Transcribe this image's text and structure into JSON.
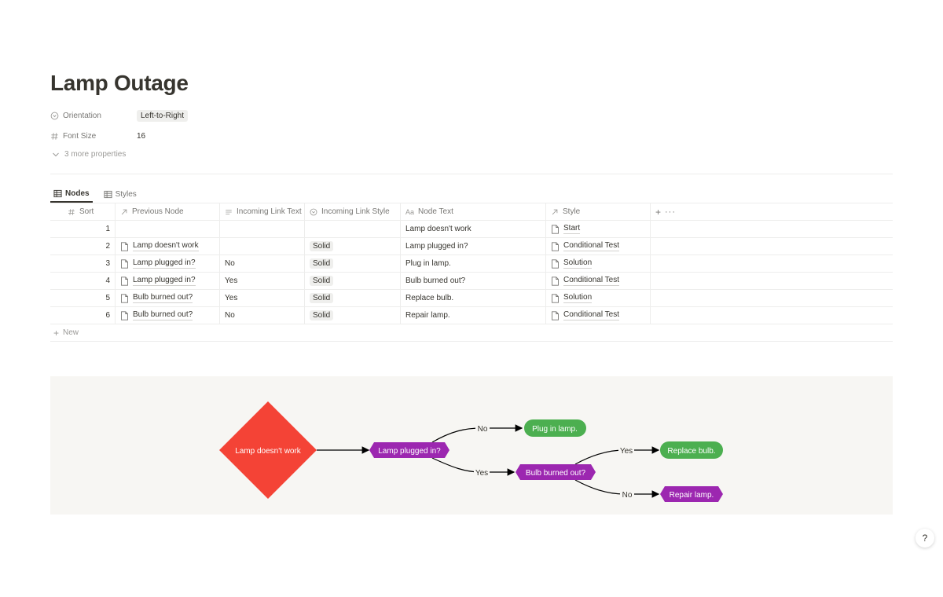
{
  "page": {
    "title": "Lamp Outage"
  },
  "properties": [
    {
      "name": "Orientation",
      "value": "Left-to-Right",
      "icon": "select-icon"
    },
    {
      "name": "Font Size",
      "value": "16",
      "icon": "number-icon"
    }
  ],
  "more_properties": "3 more properties",
  "view_tabs": [
    {
      "label": "Nodes",
      "icon": "table-icon",
      "active": true
    },
    {
      "label": "Styles",
      "icon": "table-icon",
      "active": false
    }
  ],
  "table": {
    "columns": {
      "sort": "Sort",
      "prev": "Previous Node",
      "inc_text": "Incoming Link Text",
      "inc_style": "Incoming Link Style",
      "node_text": "Node Text",
      "style": "Style"
    },
    "rows": [
      {
        "sort": "1",
        "prev": "",
        "inc_text": "",
        "inc_style": "",
        "node_text": "Lamp doesn't work",
        "style": "Start"
      },
      {
        "sort": "2",
        "prev": "Lamp doesn't work",
        "inc_text": "",
        "inc_style": "Solid",
        "node_text": "Lamp plugged in?",
        "style": "Conditional Test"
      },
      {
        "sort": "3",
        "prev": "Lamp plugged in?",
        "inc_text": "No",
        "inc_style": "Solid",
        "node_text": "Plug in lamp.",
        "style": "Solution"
      },
      {
        "sort": "4",
        "prev": "Lamp plugged in?",
        "inc_text": "Yes",
        "inc_style": "Solid",
        "node_text": "Bulb burned out?",
        "style": "Conditional Test"
      },
      {
        "sort": "5",
        "prev": "Bulb burned out?",
        "inc_text": "Yes",
        "inc_style": "Solid",
        "node_text": "Replace bulb.",
        "style": "Solution"
      },
      {
        "sort": "6",
        "prev": "Bulb burned out?",
        "inc_text": "No",
        "inc_style": "Solid",
        "node_text": "Repair lamp.",
        "style": "Conditional Test"
      }
    ],
    "new_label": "New"
  },
  "diagram": {
    "nodes": {
      "start": "Lamp doesn't work",
      "plugged": "Lamp plugged in?",
      "plug": "Plug in lamp.",
      "bulb": "Bulb burned out?",
      "replace": "Replace bulb.",
      "repair": "Repair lamp."
    },
    "edges": {
      "plugged_no": "No",
      "plugged_yes": "Yes",
      "bulb_yes": "Yes",
      "bulb_no": "No"
    },
    "colors": {
      "start": "#f44336",
      "conditional": "#9c27b0",
      "solution": "#4caf50"
    }
  },
  "help": "?"
}
